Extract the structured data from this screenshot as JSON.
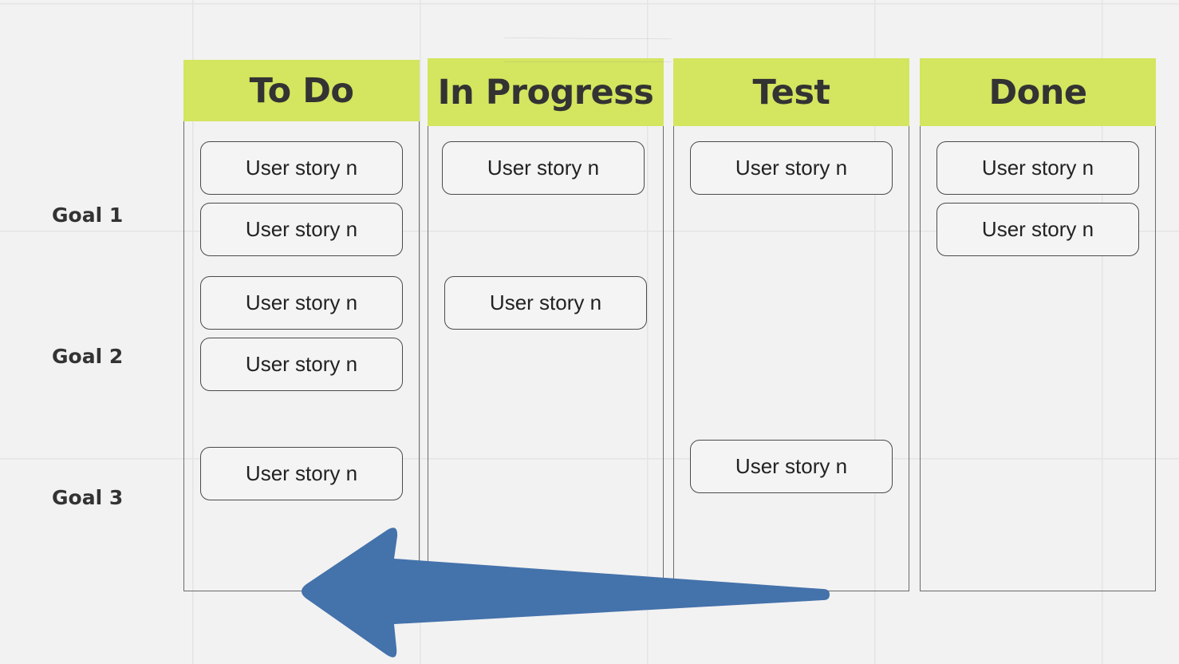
{
  "columns": [
    {
      "title": "To Do"
    },
    {
      "title": "In Progress"
    },
    {
      "title": "Test"
    },
    {
      "title": "Done"
    }
  ],
  "goals": [
    {
      "label": "Goal 1"
    },
    {
      "label": "Goal 2"
    },
    {
      "label": "Goal 3"
    }
  ],
  "cards": [
    {
      "label": "User story n",
      "column": "To Do",
      "goal": "Goal 1"
    },
    {
      "label": "User story n",
      "column": "To Do",
      "goal": "Goal 1"
    },
    {
      "label": "User story n",
      "column": "To Do",
      "goal": "Goal 2"
    },
    {
      "label": "User story n",
      "column": "To Do",
      "goal": "Goal 2"
    },
    {
      "label": "User story n",
      "column": "To Do",
      "goal": "Goal 3"
    },
    {
      "label": "User story n",
      "column": "In Progress",
      "goal": "Goal 1"
    },
    {
      "label": "User story n",
      "column": "In Progress",
      "goal": "Goal 2"
    },
    {
      "label": "User story n",
      "column": "Test",
      "goal": "Goal 1"
    },
    {
      "label": "User story n",
      "column": "Test",
      "goal": "Goal 3"
    },
    {
      "label": "User story n",
      "column": "Done",
      "goal": "Goal 1"
    },
    {
      "label": "User story n",
      "column": "Done",
      "goal": "Goal 1"
    }
  ],
  "colors": {
    "header": "#d4e55f",
    "arrow": "#4472ab",
    "text": "#333333",
    "background": "#f2f2f2"
  },
  "arrow": {
    "direction": "left"
  }
}
